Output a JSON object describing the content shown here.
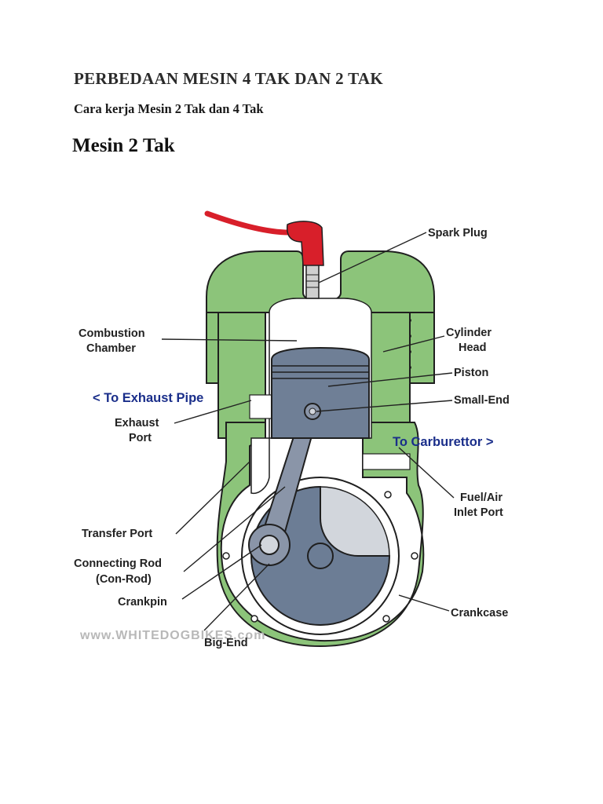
{
  "document": {
    "title": "PERBEDAAN MESIN 4 TAK DAN 2 TAK",
    "subtitle": "Cara kerja Mesin 2 Tak dan 4 Tak",
    "section_heading": "Mesin 2 Tak"
  },
  "diagram": {
    "labels": {
      "spark_plug": "Spark Plug",
      "combustion_chamber_1": "Combustion",
      "combustion_chamber_2": "Chamber",
      "cylinder_head_1": "Cylinder",
      "cylinder_head_2": "Head",
      "piston": "Piston",
      "small_end": "Small-End",
      "to_exhaust_pipe": "< To Exhaust Pipe",
      "exhaust_port_1": "Exhaust",
      "exhaust_port_2": "Port",
      "to_carburettor": "To Carburettor >",
      "fuel_air_1": "Fuel/Air",
      "fuel_air_2": "Inlet Port",
      "transfer_port": "Transfer Port",
      "connecting_rod_1": "Connecting Rod",
      "connecting_rod_2": "(Con-Rod)",
      "crankpin": "Crankpin",
      "crankcase": "Crankcase",
      "big_end": "Big-End"
    },
    "watermark": "www.WHITEDOGBIKES.com",
    "colors": {
      "engine_body": "#8cc47a",
      "engine_outline": "#1f1f1f",
      "piston": "#6f7f96",
      "crank": "#6c7d95",
      "spark_cap": "#d81f2a",
      "cavity": "#ffffff",
      "label_blue": "#1a2e8a"
    }
  }
}
